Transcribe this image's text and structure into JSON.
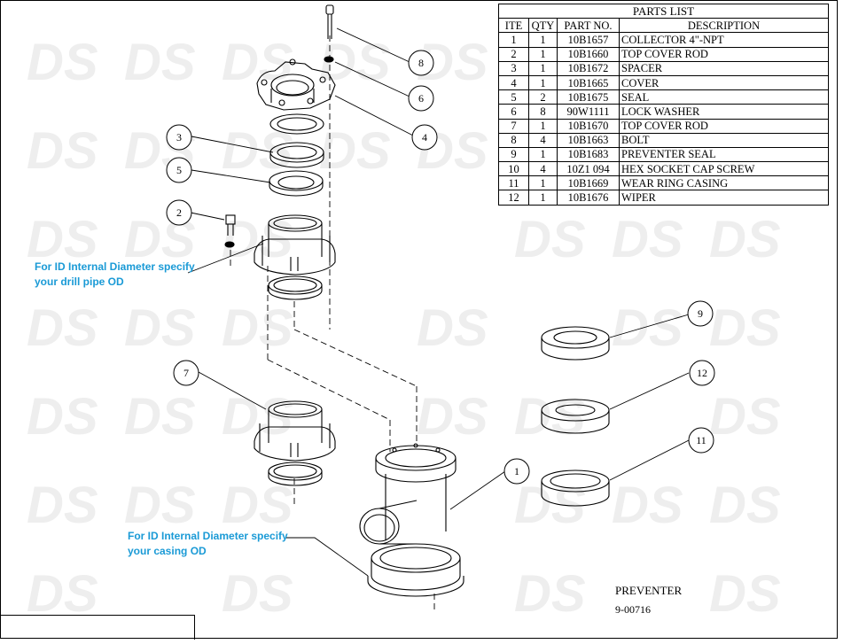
{
  "parts_list": {
    "title": "PARTS LIST",
    "headers": [
      "ITE",
      "QTY",
      "PART NO.",
      "DESCRIPTION"
    ],
    "rows": [
      [
        "1",
        "1",
        "10B1657",
        "COLLECTOR 4\"-NPT"
      ],
      [
        "2",
        "1",
        "10B1660",
        "TOP COVER ROD"
      ],
      [
        "3",
        "1",
        "10B1672",
        "SPACER"
      ],
      [
        "4",
        "1",
        "10B1665",
        "COVER"
      ],
      [
        "5",
        "2",
        "10B1675",
        "SEAL"
      ],
      [
        "6",
        "8",
        "90W1111",
        "LOCK WASHER"
      ],
      [
        "7",
        "1",
        "10B1670",
        "TOP COVER ROD"
      ],
      [
        "8",
        "4",
        "10B1663",
        "BOLT"
      ],
      [
        "9",
        "1",
        "10B1683",
        "PREVENTER SEAL"
      ],
      [
        "10",
        "4",
        "10Z1 094",
        "HEX SOCKET CAP SCREW"
      ],
      [
        "11",
        "1",
        "10B1669",
        "WEAR RING CASING"
      ],
      [
        "12",
        "1",
        "10B1676",
        "WIPER"
      ]
    ]
  },
  "notes": {
    "drill_pipe": {
      "line1": "For ID Internal Diameter specify",
      "line2": "your drill pipe OD"
    },
    "casing": {
      "line1": "For ID Internal Diameter specify",
      "line2": "your casing OD"
    }
  },
  "balloons": [
    "8",
    "6",
    "4",
    "3",
    "5",
    "2",
    "7",
    "9",
    "12",
    "11",
    "1"
  ],
  "title_block": {
    "title": "PREVENTER",
    "number": "9-00716"
  },
  "colors": {
    "note": "#1a9ad6",
    "line": "#000000",
    "watermark": "#ececec"
  }
}
